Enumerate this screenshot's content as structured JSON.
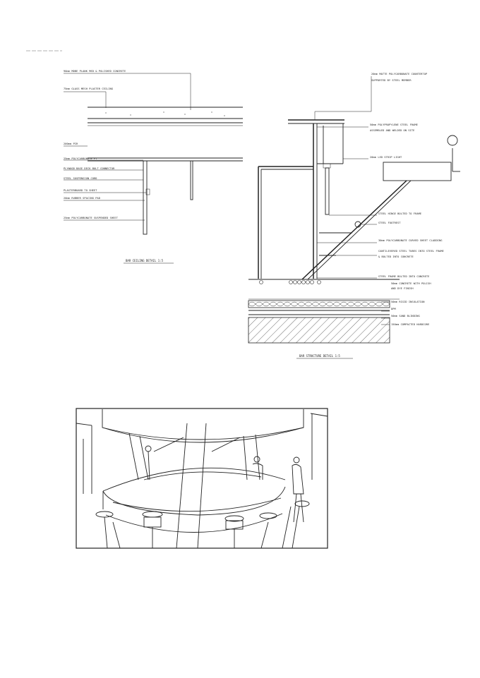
{
  "ceiling_detail": {
    "title": "BAR CEILING DETAIL 1:5",
    "labels": [
      "90mm MDBE PLANK MED & POLISHED CONCRETE",
      "75mm GLASS MESH PLASTER CEILING",
      "200mm PIR",
      "25mm POLYCARBONATE PT",
      "PLYWOOD BASE DECK BOLT CONNECTOR",
      "STEEL SUSPENSION CORD",
      "PLASTERBOARD TO SHEET",
      "20mm RUBBER SPACING PAD",
      "25mm POLYCARBONATE SUSPENDED SHEET"
    ]
  },
  "structure_detail": {
    "title": "BAR STRUCTURE DETAIL 1:5",
    "labels": [
      "20mm MATTE POLYCARBONATE COUNTERTOP",
      "SUPPORTED BY STEEL MEMBER",
      "50mm POLYPROPYLENE STEEL FRAME",
      "ASSEMBLED AND WELDED ON SITE",
      "20mm LED STRIP LIGHT",
      "STEEL HINGE BOLTED TO FRAME",
      "STEEL FOOTREST",
      "30mm POLYCARBONATE CURVED SHEET CLADDING",
      "CANTILEVERED STEEL TUBES INTO STEEL FRAME",
      "& BOLTED INTO CONCRETE",
      "STEEL FRAME BOLTED INTO CONCRETE",
      "50mm CONCRETE WITH POLISH",
      "AND DYE FINISH",
      "50mm RIGID INSULATION",
      "DPM",
      "50mm SAND BLINDING",
      "150mm COMPACTED HARDCORE"
    ]
  },
  "icons": {
    "perspective": "bar-perspective-sketch"
  }
}
